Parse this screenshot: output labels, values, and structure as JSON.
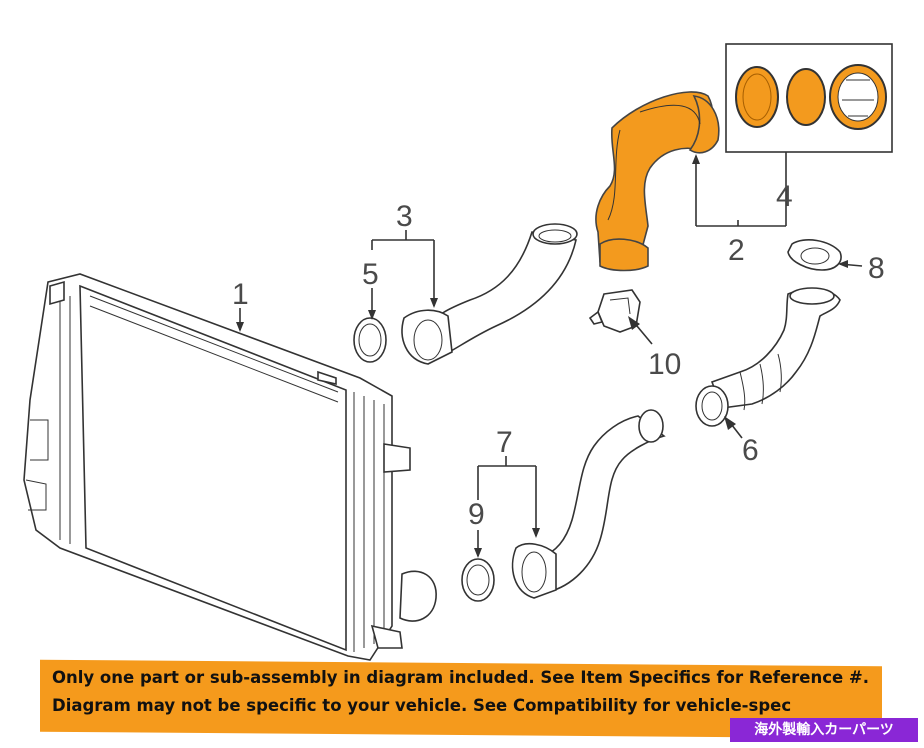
{
  "callouts": {
    "c1": "1",
    "c2": "2",
    "c3": "3",
    "c4": "4",
    "c5": "5",
    "c6": "6",
    "c7": "7",
    "c8": "8",
    "c9": "9",
    "c10": "10"
  },
  "banner": {
    "line1": "Only one part or sub-assembly in diagram included. See Item Specifics for Reference #.",
    "line2": "Diagram may not be specific to your vehicle. See Compatibility for vehicle-spec",
    "tag": "海外製輸入カーパーツ"
  },
  "colors": {
    "highlight": "#f39a1e",
    "banner": "#f59a1c",
    "tag": "#8a27d6"
  }
}
